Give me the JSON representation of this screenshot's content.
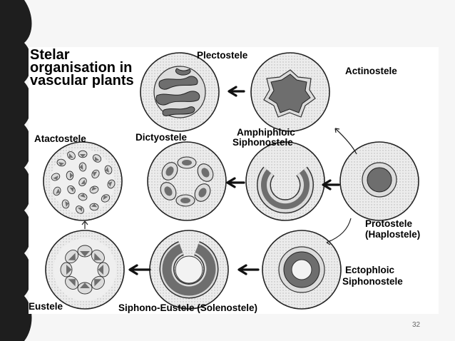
{
  "slide": {
    "page_number": "32",
    "colors": {
      "strip": "#1e1e1e",
      "background": "#f6f6f6",
      "dark_tissue": "#6e6e6e",
      "light_disc": "#e4e4e4"
    }
  },
  "figure": {
    "title_lines": [
      "Stelar",
      "organisation in",
      "vascular plants"
    ],
    "labels": {
      "plectostele": "Plectostele",
      "actinostele": "Actinostele",
      "atactostele": "Atactostele",
      "dictyostele": "Dictyostele",
      "amphiphloic_1": "Amphiphloic",
      "amphiphloic_2": "Siphonostele",
      "protostele_1": "Protostele",
      "protostele_2": "(Haplostele)",
      "eustele": "Eustele",
      "solenostele": "Siphono-Eustele (Solenostele)",
      "ectophloic_1": "Ectophloic",
      "ectophloic_2": "Siphonostele"
    }
  }
}
